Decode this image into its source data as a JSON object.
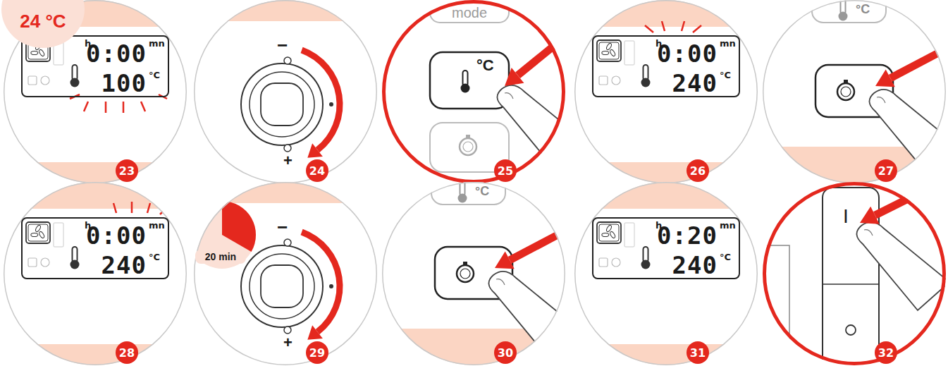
{
  "diagram": {
    "nodes": [
      {
        "text": [
          "0:00",
          "100"
        ]
      },
      {
        "text": [
          "23"
        ]
      },
      {
        "text": [
          "24 °C"
        ]
      },
      {
        "text": [
          "24"
        ]
      },
      {
        "text": [
          "mode"
        ]
      },
      {
        "text": [
          "25"
        ]
      },
      {
        "text": [
          "0:00",
          "240"
        ]
      },
      {
        "text": [
          "26"
        ]
      },
      {
        "text": [
          "27"
        ]
      },
      {
        "text": [
          "0:00",
          "240"
        ]
      },
      {
        "text": [
          "28"
        ]
      },
      {
        "text": [
          "20 min"
        ]
      },
      {
        "text": [
          "29"
        ]
      },
      {
        "text": [
          "30"
        ]
      },
      {
        "text": [
          "0:20",
          "240"
        ]
      },
      {
        "text": [
          "31"
        ]
      },
      {
        "text": [
          "32"
        ]
      }
    ],
    "labels": [
      "h",
      "mn",
      "°C",
      "−",
      "+",
      "°C",
      "h",
      "mn",
      "°C",
      "°C",
      "h",
      "mn",
      "°C",
      "−",
      "+",
      "°C",
      "h",
      "mn",
      "°C",
      "I"
    ]
  }
}
